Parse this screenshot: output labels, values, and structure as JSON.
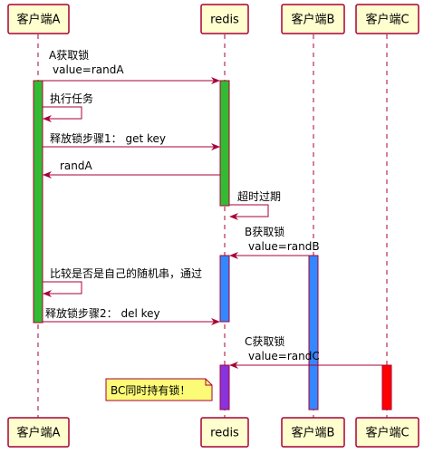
{
  "colors": {
    "box_fill": "#FEFECE",
    "box_stroke": "#A80036",
    "arrow": "#A80036",
    "lifeline": "#A80036",
    "activation_green": "#33BB33",
    "activation_blue": "#3388FF",
    "activation_purple": "#8833DD",
    "activation_red": "#FF0000",
    "note_fill": "#FBFB77"
  },
  "participants": [
    {
      "id": "A",
      "label": "客户端A"
    },
    {
      "id": "R",
      "label": "redis"
    },
    {
      "id": "B",
      "label": "客户端B"
    },
    {
      "id": "C",
      "label": "客户端C"
    }
  ],
  "messages": [
    {
      "from": "A",
      "to": "R",
      "lines": [
        "A获取锁",
        "value=randA"
      ]
    },
    {
      "from": "A",
      "to": "A",
      "lines": [
        "执行任务"
      ]
    },
    {
      "from": "A",
      "to": "R",
      "lines": [
        "释放锁步骤1： get key"
      ]
    },
    {
      "from": "R",
      "to": "A",
      "lines": [
        "randA"
      ]
    },
    {
      "from": "R",
      "to": "R",
      "lines": [
        "超时过期"
      ]
    },
    {
      "from": "B",
      "to": "R",
      "lines": [
        "B获取锁",
        "value=randB"
      ]
    },
    {
      "from": "A",
      "to": "A",
      "lines": [
        "比较是否是自己的随机串，通过"
      ]
    },
    {
      "from": "A",
      "to": "R",
      "lines": [
        "释放锁步骤2： del key"
      ]
    },
    {
      "from": "C",
      "to": "R",
      "lines": [
        "C获取锁",
        "value=randC"
      ]
    }
  ],
  "note": {
    "text": "BC同时持有锁！"
  }
}
